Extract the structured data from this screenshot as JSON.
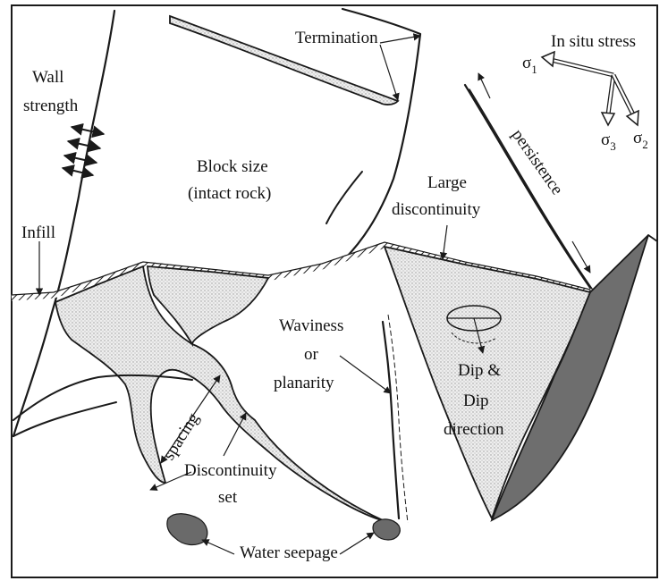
{
  "labels": {
    "wall_strength_1": "Wall",
    "wall_strength_2": "strength",
    "termination": "Termination",
    "in_situ_stress": "In situ stress",
    "sigma": "σ",
    "sigma1_sub": "1",
    "sigma2_sub": "2",
    "sigma3_sub": "3",
    "block_size_1": "Block size",
    "block_size_2": "(intact rock)",
    "persistence": "persistence",
    "large_disc_1": "Large",
    "large_disc_2": "discontinuity",
    "infill": "Infill",
    "waviness_1": "Waviness",
    "waviness_2": "or",
    "waviness_3": "planarity",
    "dip_1": "Dip &",
    "dip_2": "Dip",
    "dip_3": "direction",
    "spacing": "spacing",
    "disc_set_1": "Discontinuity",
    "disc_set_2": "set",
    "water_seepage": "Water seepage"
  },
  "colors": {
    "line": "#1a1a1a",
    "dotted_fill": "#e6e6e6",
    "dark_plane": "#6e6e6e",
    "seepage": "#6a6a6a",
    "background": "#ffffff"
  }
}
